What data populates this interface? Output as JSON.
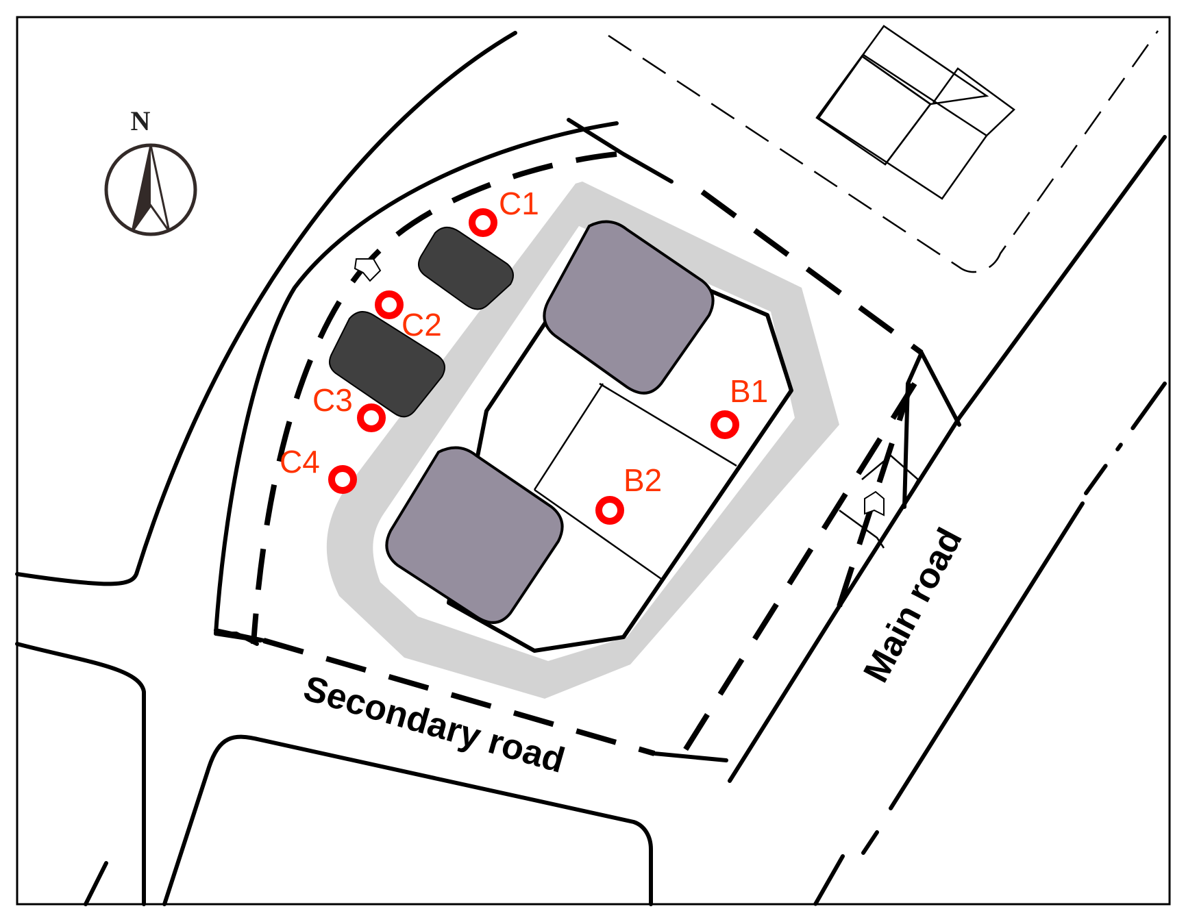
{
  "compass": {
    "label": "N",
    "icon": "north-arrow-icon"
  },
  "roads": {
    "secondary": "Secondary road",
    "main": "Main road"
  },
  "points": [
    {
      "id": "C1",
      "label": "C1"
    },
    {
      "id": "C2",
      "label": "C2"
    },
    {
      "id": "C3",
      "label": "C3"
    },
    {
      "id": "C4",
      "label": "C4"
    },
    {
      "id": "B1",
      "label": "B1"
    },
    {
      "id": "B2",
      "label": "B2"
    }
  ],
  "colors": {
    "marker": "#ff0000",
    "building": "#958e9e",
    "dark_block": "#404040",
    "buffer": "#d3d3d3"
  }
}
